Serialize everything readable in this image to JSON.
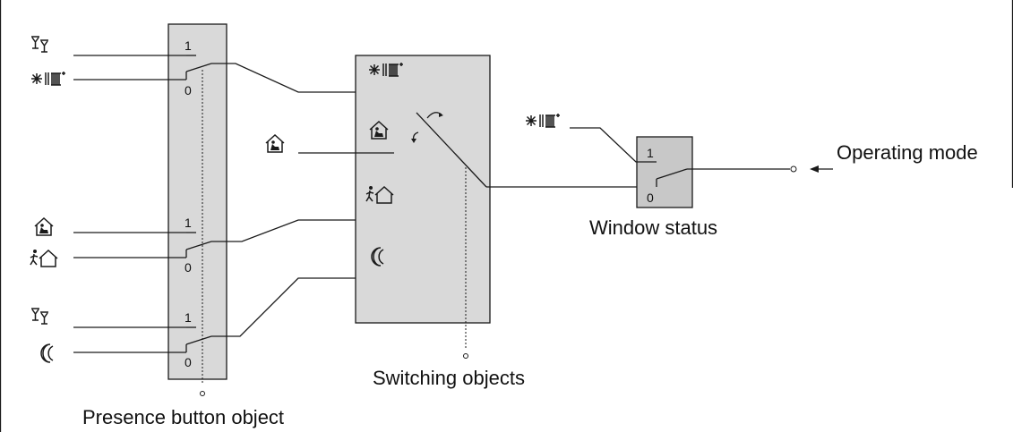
{
  "labels": {
    "presence_button_object": "Presence button object",
    "switching_objects": "Switching objects",
    "window_status": "Window status",
    "operating_mode": "Operating mode"
  },
  "presence_block": {
    "switch_1": {
      "top": "1",
      "bottom": "0"
    },
    "switch_2": {
      "top": "1",
      "bottom": "0"
    },
    "switch_3": {
      "top": "1",
      "bottom": "0"
    }
  },
  "window_block": {
    "top": "1",
    "bottom": "0"
  },
  "icons": {
    "party": "party-glasses-icon",
    "frost_heat": "frost-heat-protection-icon",
    "comfort": "comfort-home-icon",
    "standby": "standby-person-house-icon",
    "night": "night-moon-icon"
  },
  "colors": {
    "block_fill": "#d9d9d9",
    "block_fill_window": "#c8c8c8",
    "line": "#1a1a1a"
  }
}
